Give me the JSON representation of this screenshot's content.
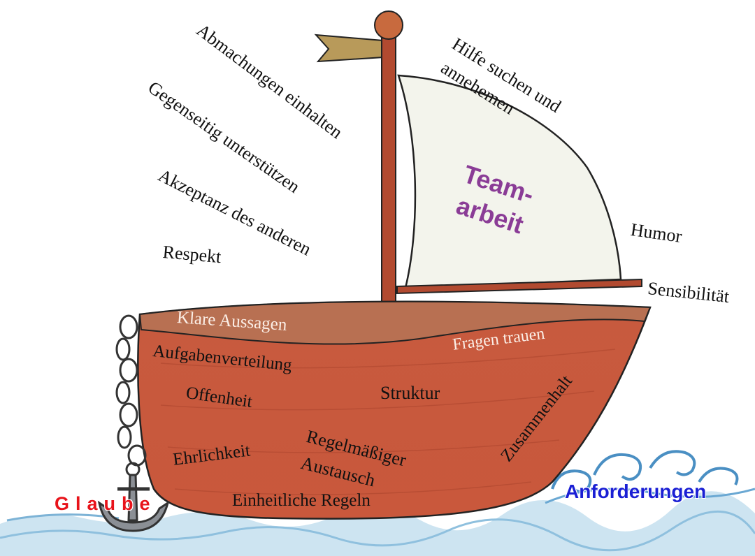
{
  "center_label": {
    "line1": "Team-",
    "line2": "arbeit",
    "color": "#8a3c96"
  },
  "outside_labels": {
    "abmachungen": "Abmachungen einhalten",
    "gegenseitig": "Gegenseitig unterstützen",
    "akzeptanz": "Akzeptanz des anderen",
    "respekt": "Respekt",
    "hilfe_line1": "Hilfe suchen und",
    "hilfe_line2": "annehemen",
    "humor": "Humor",
    "sensibilitaet": "Sensibilität"
  },
  "hull_labels": {
    "klare": "Klare Aussagen",
    "fragen": "Fragen trauen",
    "aufgaben": "Aufgabenverteilung",
    "offenheit": "Offenheit",
    "struktur": "Struktur",
    "zusammenhalt": "Zusammenhalt",
    "ehrlichkeit": "Ehrlichkeit",
    "regel_line1": "Regelmäßiger",
    "regel_line2": "Austausch",
    "einheitliche": "Einheitliche Regeln"
  },
  "anchor_label": {
    "text": "Glaube",
    "color": "#e8131a"
  },
  "water_label": {
    "text": "Anforderungen",
    "color": "#1a1fd4"
  },
  "colors": {
    "hull": "#c9553c",
    "hull_rim": "#b86a4a",
    "mast": "#b24a30",
    "sail": "#f3f4ec",
    "water": "#9cc9e2",
    "flag": "#b89a5a"
  }
}
